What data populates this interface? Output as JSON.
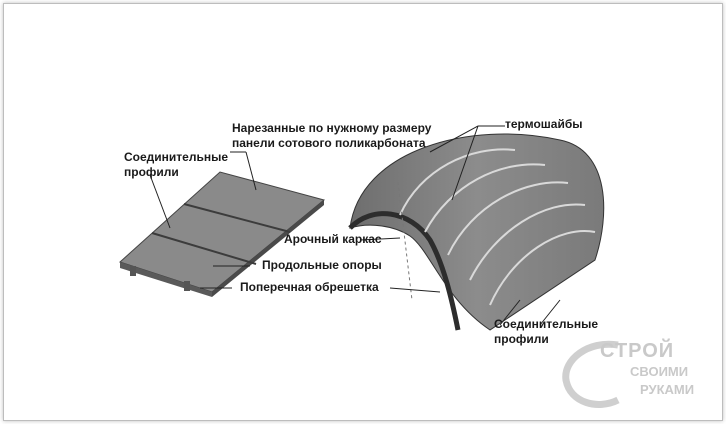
{
  "labels": {
    "cut_panels_line1": "Нарезанные по нужному размеру",
    "cut_panels_line2": "панели сотового поликарбоната",
    "thermo_washers": "термошайбы",
    "connecting_profiles_left_line1": "Соединительные",
    "connecting_profiles_left_line2": "профили",
    "arch_frame": "Арочный каркас",
    "longitudinal_supports": "Продольные опоры",
    "transverse_lathing": "Поперечная обрешетка",
    "connecting_profiles_right_line1": "Соединительные",
    "connecting_profiles_right_line2": "профили"
  },
  "watermark": {
    "brand": "СТРОЙ",
    "line2": "СВОИМИ",
    "line3": "РУКАМИ"
  }
}
